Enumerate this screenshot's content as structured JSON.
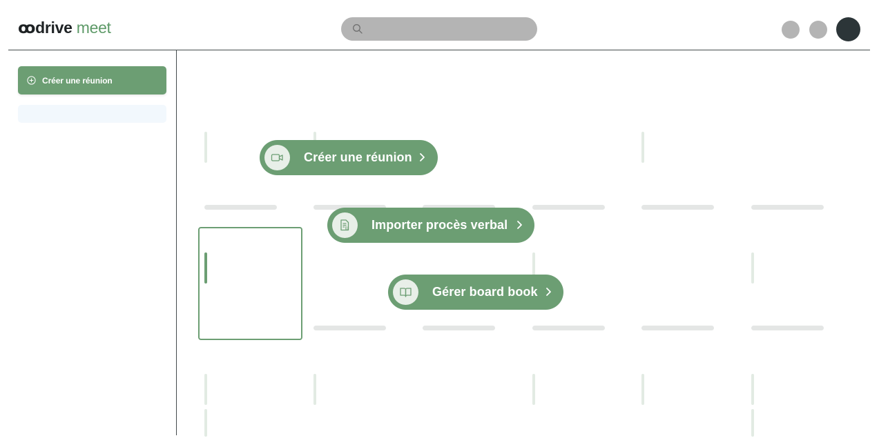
{
  "app": {
    "brand": "ꝏdrive",
    "product": " meet"
  },
  "colors": {
    "accent": "#6c9e73",
    "text_dark": "#1e2224",
    "avatar": "#2c3538"
  },
  "header": {
    "search_icon": "search-icon"
  },
  "sidebar": {
    "create_label": "Créer une réunion",
    "create_icon": "plus-circle-icon"
  },
  "actions": [
    {
      "label": "Créer une réunion",
      "icon": "video-camera-icon"
    },
    {
      "label": "Importer procès verbal",
      "icon": "document-clip-icon"
    },
    {
      "label": "Gérer board book",
      "icon": "open-book-icon"
    }
  ]
}
